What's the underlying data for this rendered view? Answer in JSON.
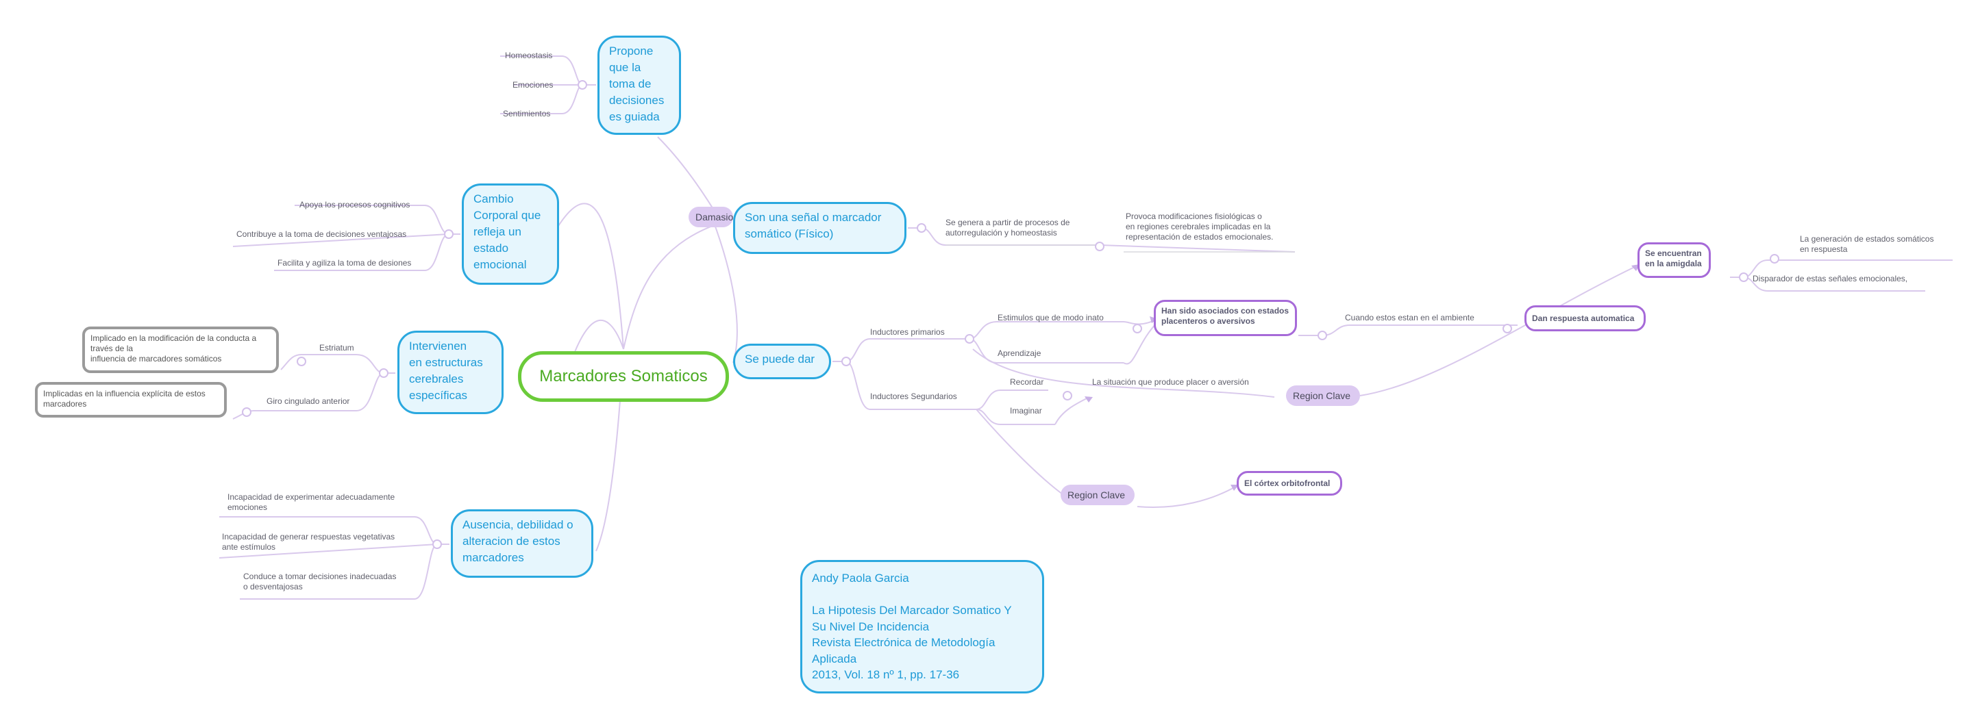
{
  "central": {
    "label": "Marcadores Somaticos"
  },
  "main_topics": {
    "propone": "Propone\nque la\ntoma de\ndecisiones\nes guiada",
    "cambio": "Cambio\nCorporal que\nrefleja un\nestado\nemocional",
    "intervienen": "Intervienen\nen estructuras\ncerebrales\nespecíficas",
    "ausencia": "Ausencia, debilidad o\nalteracion   de estos\nmarcadores",
    "senal": "Son una señal  o marcador\nsomático (Físico)",
    "puede_dar": "Se puede dar",
    "referencia": "Andy Paola Garcia\n\nLa Hipotesis Del Marcador Somatico Y\nSu Nivel De Incidencia\nRevista Electrónica de Metodología\nAplicada\n2013, Vol. 18 nº 1, pp. 17-36"
  },
  "pills": {
    "damasio": "Damasio",
    "region_clave_1": "Region Clave",
    "region_clave_2": "Region Clave"
  },
  "boxes": {
    "estriatum_detail": "Implicado en la modificación de la conducta a\ntravés de la\ninfluencia de marcadores somáticos",
    "giro_detail": "Implicadas en la influencia explícita de estos\nmarcadores",
    "asociados": "Han sido asociados con estados\nplacenteros o aversivos",
    "respuesta": "Dan respuesta automatica",
    "amigdala": "Se encuentran\nen la amigdala",
    "cortex": "El córtex orbitofrontal"
  },
  "labels": {
    "homeostasis": "Homeostasis",
    "emociones": "Emociones",
    "sentimientos": "Sentimientos",
    "apoya": "Apoya los procesos cognitivos",
    "contribuye": "Contribuye a la toma de decisiones ventajosas",
    "facilita": "Facilita y agiliza la toma de desiones",
    "estriatum": "Estriatum",
    "giro": "Giro cingulado anterior",
    "incapacidad_exp": "Incapacidad de experimentar adecuadamente\nemociones",
    "incapacidad_gen": "Incapacidad de generar respuestas vegetativas\nante estímulos",
    "conduce": "Conduce a tomar decisiones inadecuadas\no desventajosas",
    "se_genera": "Se genera a partir de procesos de\nautorregulación y homeostasis",
    "provoca": "Provoca modificaciones fisiológicas  o\nen regiones cerebrales implicadas en la\nrepresentación de estados emocionales.",
    "inductores_primarios": "Inductores primarios",
    "inductores_secundarios": "Inductores Segundarios",
    "estimulos": "Estimulos que de modo inato",
    "aprendizaje": "Aprendizaje",
    "recordar": "Recordar",
    "imaginar": "Imaginar",
    "situacion": "La situación que produce placer o aversión",
    "cuando": "Cuando estos estan en el ambiente",
    "generacion": "La generación de estados somáticos\nen respuesta",
    "disparador": "Disparador de estas señales emocionales,"
  },
  "colors": {
    "central_border": "#6bcb3a",
    "main_border": "#2aa8df",
    "main_fill": "#e6f6fd",
    "purple_border": "#a66ad8",
    "pill_fill": "#dccaf1",
    "connector": "#d9c9ec",
    "underline": "#d8d8de"
  }
}
